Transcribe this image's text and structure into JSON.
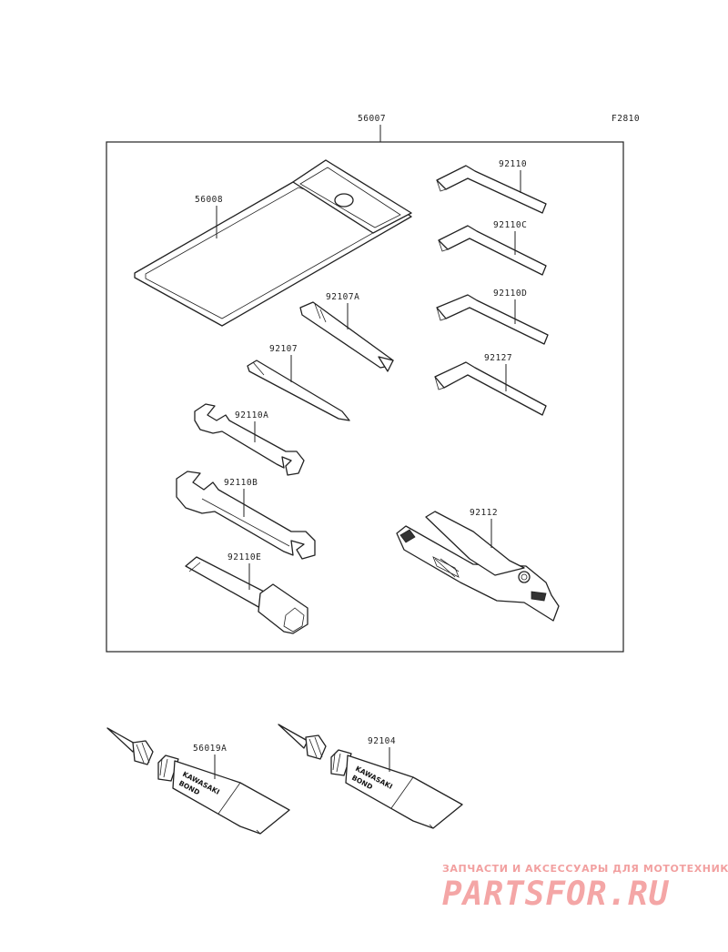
{
  "figure_code": "F2810",
  "parts": {
    "toolkit": "56007",
    "bag": "56008",
    "screwdriver_grip": "92107A",
    "screwdriver": "92107",
    "hex_92110": "92110",
    "hex_92110c": "92110C",
    "hex_92110d": "92110D",
    "hex_92127": "92127",
    "wrench_a": "92110A",
    "wrench_b": "92110B",
    "plug_wrench": "92110E",
    "pliers": "92112",
    "bond_a": "56019A",
    "bond_b": "92104"
  },
  "tube_text": {
    "brand": "KAWASAKI",
    "product": "BOND"
  },
  "watermark": {
    "tagline": "ЗАПЧАСТИ И АКСЕССУАРЫ ДЛЯ МОТОТЕХНИКИ",
    "logo": "PARTSFOR.RU"
  }
}
